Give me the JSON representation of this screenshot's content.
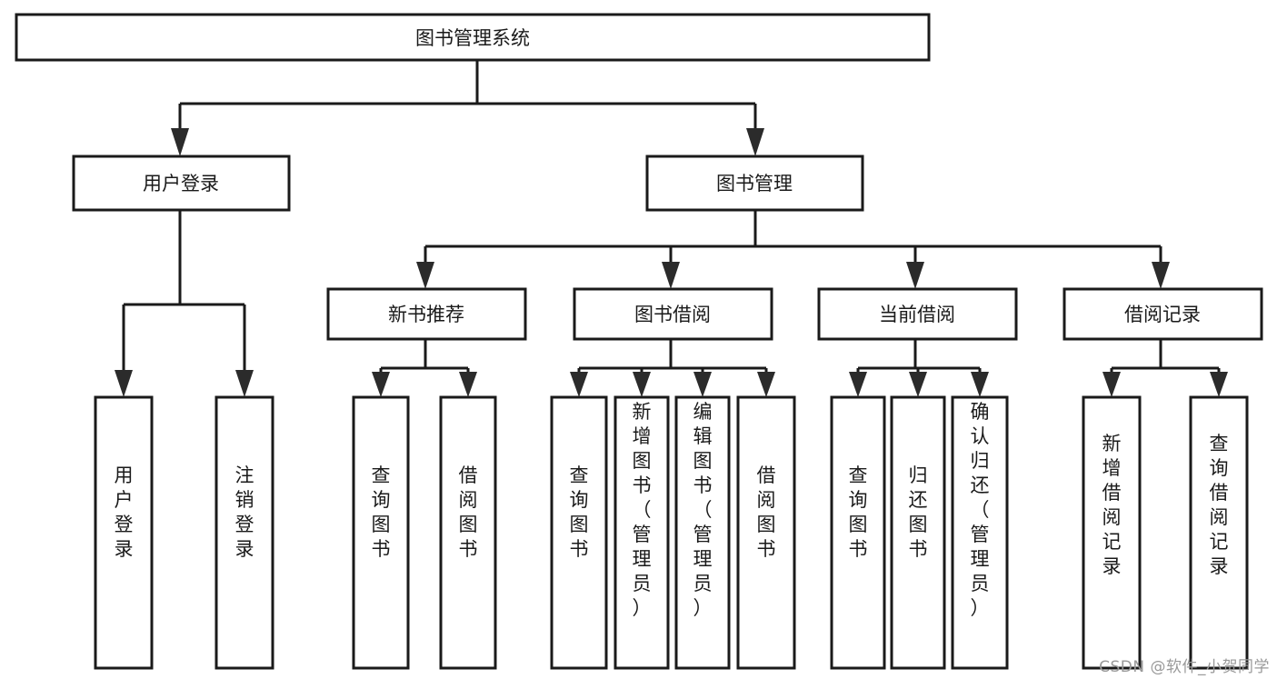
{
  "diagram": {
    "type": "tree-hierarchy",
    "title": "图书管理系统",
    "watermark": "CSDN @软件_小贺同学",
    "colors": {
      "stroke": "#1a1a1a",
      "fill": "#ffffff",
      "text": "#1a1a1a",
      "watermark": "#9a9a9a",
      "background": "#ffffff"
    },
    "nodes": {
      "root": {
        "label": "图书管理系统",
        "orientation": "horizontal"
      },
      "level2": [
        {
          "id": "user-login",
          "label": "用户登录",
          "orientation": "horizontal"
        },
        {
          "id": "book-management",
          "label": "图书管理",
          "orientation": "horizontal"
        }
      ],
      "level3": [
        {
          "id": "new-book-recommend",
          "label": "新书推荐",
          "orientation": "horizontal"
        },
        {
          "id": "book-borrow",
          "label": "图书借阅",
          "orientation": "horizontal"
        },
        {
          "id": "current-borrow",
          "label": "当前借阅",
          "orientation": "horizontal"
        },
        {
          "id": "borrow-record",
          "label": "借阅记录",
          "orientation": "horizontal"
        }
      ],
      "leaves": {
        "user-login": [
          {
            "id": "leaf-user-login",
            "label": "用户登录",
            "orientation": "vertical"
          },
          {
            "id": "leaf-logout-login",
            "label": "注销登录",
            "orientation": "vertical"
          }
        ],
        "new-book-recommend": [
          {
            "id": "leaf-query-book-1",
            "label": "查询图书",
            "orientation": "vertical"
          },
          {
            "id": "leaf-borrow-book-1",
            "label": "借阅图书",
            "orientation": "vertical"
          }
        ],
        "book-borrow": [
          {
            "id": "leaf-query-book-2",
            "label": "查询图书",
            "orientation": "vertical"
          },
          {
            "id": "leaf-add-book-admin",
            "label": "新增图书（管理员）",
            "orientation": "vertical"
          },
          {
            "id": "leaf-edit-book-admin",
            "label": "编辑图书（管理员）",
            "orientation": "vertical"
          },
          {
            "id": "leaf-borrow-book-2",
            "label": "借阅图书",
            "orientation": "vertical"
          }
        ],
        "current-borrow": [
          {
            "id": "leaf-query-book-3",
            "label": "查询图书",
            "orientation": "vertical"
          },
          {
            "id": "leaf-return-book",
            "label": "归还图书",
            "orientation": "vertical"
          },
          {
            "id": "leaf-confirm-return-admin",
            "label": "确认归还（管理员）",
            "orientation": "vertical"
          }
        ],
        "borrow-record": [
          {
            "id": "leaf-add-borrow-record",
            "label": "新增借阅记录",
            "orientation": "vertical"
          },
          {
            "id": "leaf-query-borrow-record",
            "label": "查询借阅记录",
            "orientation": "vertical"
          }
        ]
      }
    },
    "edges": [
      {
        "from": "图书管理系统",
        "to": "用户登录"
      },
      {
        "from": "图书管理系统",
        "to": "图书管理"
      },
      {
        "from": "图书管理",
        "to": "新书推荐"
      },
      {
        "from": "图书管理",
        "to": "图书借阅"
      },
      {
        "from": "图书管理",
        "to": "当前借阅"
      },
      {
        "from": "图书管理",
        "to": "借阅记录"
      },
      {
        "from": "用户登录",
        "to": "用户登录"
      },
      {
        "from": "用户登录",
        "to": "注销登录"
      },
      {
        "from": "新书推荐",
        "to": "查询图书"
      },
      {
        "from": "新书推荐",
        "to": "借阅图书"
      },
      {
        "from": "图书借阅",
        "to": "查询图书"
      },
      {
        "from": "图书借阅",
        "to": "新增图书（管理员）"
      },
      {
        "from": "图书借阅",
        "to": "编辑图书（管理员）"
      },
      {
        "from": "图书借阅",
        "to": "借阅图书"
      },
      {
        "from": "当前借阅",
        "to": "查询图书"
      },
      {
        "from": "当前借阅",
        "to": "归还图书"
      },
      {
        "from": "当前借阅",
        "to": "确认归还（管理员）"
      },
      {
        "from": "借阅记录",
        "to": "新增借阅记录"
      },
      {
        "from": "借阅记录",
        "to": "查询借阅记录"
      }
    ]
  }
}
